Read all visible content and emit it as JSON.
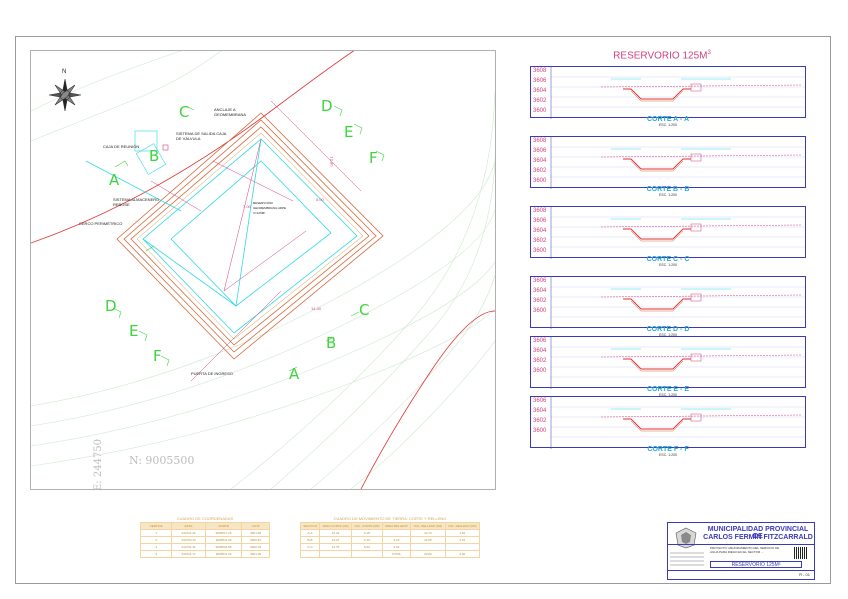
{
  "plan": {
    "north_label": "N",
    "coord_e": "E: 244750",
    "coord_n": "N: 9005500",
    "labels": {
      "ingreso_geomembrana": "ANCLAJE A\nGEOMEMBRANA",
      "caja_valvula": "SISTEMA DE SALIDA CAJA\nDE VÁLVULA",
      "caja_reunion": "CAJA DE REUNIÓN",
      "sistema_almacen": "SISTEMA ALMACENERO\nREBOSE",
      "cerco": "CERCO PERIMÉTRICO",
      "reservorio": "RESERVORIO\nGEOMEMBRANA HDPE\nV=125M³",
      "puerta": "PUERTA DE INGRESO",
      "dim_a": "12.80",
      "dim_b": "14.30",
      "dim_c": "7.00",
      "dim_d": "5.00"
    },
    "section_letters": [
      "A",
      "B",
      "C",
      "D",
      "E",
      "F"
    ]
  },
  "sections_panel": {
    "title": "RESERVORIO 125M",
    "title_sup": "3",
    "sections": [
      {
        "name": "CORTE A - A",
        "scale": "ESC. 1:200",
        "ticks": [
          "3608",
          "3606",
          "3604",
          "3602",
          "3600"
        ]
      },
      {
        "name": "CORTE B - B",
        "scale": "ESC. 1:200",
        "ticks": [
          "3608",
          "3606",
          "3604",
          "3602",
          "3600"
        ]
      },
      {
        "name": "CORTE C - C",
        "scale": "ESC. 1:200",
        "ticks": [
          "3608",
          "3606",
          "3604",
          "3602",
          "3600"
        ]
      },
      {
        "name": "CORTE D - D",
        "scale": "ESC. 1:200",
        "ticks": [
          "3606",
          "3604",
          "3602",
          "3600"
        ]
      },
      {
        "name": "CORTE E - E",
        "scale": "ESC. 1:200",
        "ticks": [
          "3606",
          "3604",
          "3602",
          "3600"
        ]
      },
      {
        "name": "CORTE F - F",
        "scale": "ESC. 1:200",
        "ticks": [
          "3606",
          "3604",
          "3602",
          "3600"
        ]
      }
    ]
  },
  "coord_table": {
    "title": "CUADRO DE COORDENADAS",
    "headers": [
      "VERTICE",
      "ESTE",
      "NORTE",
      "COTA"
    ],
    "rows": [
      [
        "1",
        "244721.32",
        "9005517.26",
        "3601.90"
      ],
      [
        "2",
        "244733.13",
        "9005511.09",
        "3600.81"
      ],
      [
        "3",
        "244731.31",
        "9005524.58",
        "3600.03"
      ],
      [
        "4",
        "244721.17",
        "9005511.03",
        "3601.05"
      ]
    ]
  },
  "volume_table": {
    "title": "CUADRO DE MOVIMIENTO DE TIERRA: CORTE Y RELLENO",
    "headers": [
      "SECCION",
      "AREA CORTE (M2)",
      "VOL. CORTE (M3)",
      "AREA RELLENO",
      "VOL. RELLENO (M3)",
      "VOL. RELLENO (M3)"
    ],
    "rows": [
      [
        "A-A",
        "16.24",
        "6.18",
        "",
        "10.73",
        "1.81"
      ],
      [
        "B-B",
        "12.27",
        "6.10",
        "3.23",
        "12.05",
        "2.51"
      ],
      [
        "C-C",
        "12.75",
        "6.03",
        "3.64",
        "",
        ""
      ],
      [
        "",
        "",
        "",
        "TOTAL",
        "29.82",
        "4.46"
      ]
    ]
  },
  "title_block": {
    "org_line1": "MUNICIPALIDAD PROVINCIAL DE",
    "org_line2": "CARLOS FERMIN FITZCARRALD",
    "project": "PROYECTO: MEJORAMIENTO DEL SERVICIO DE AGUA PARA RIEGO EN EL SECTOR ...",
    "plan_name": "RESERVORIO 125M³",
    "sheet": "R - 01"
  },
  "colors": {
    "magenta": "#d0427f",
    "cyan": "#2fd8e8",
    "orange": "#d4683a",
    "green_letters": "#3ed43e",
    "frame_blue": "#3a3ab8"
  }
}
